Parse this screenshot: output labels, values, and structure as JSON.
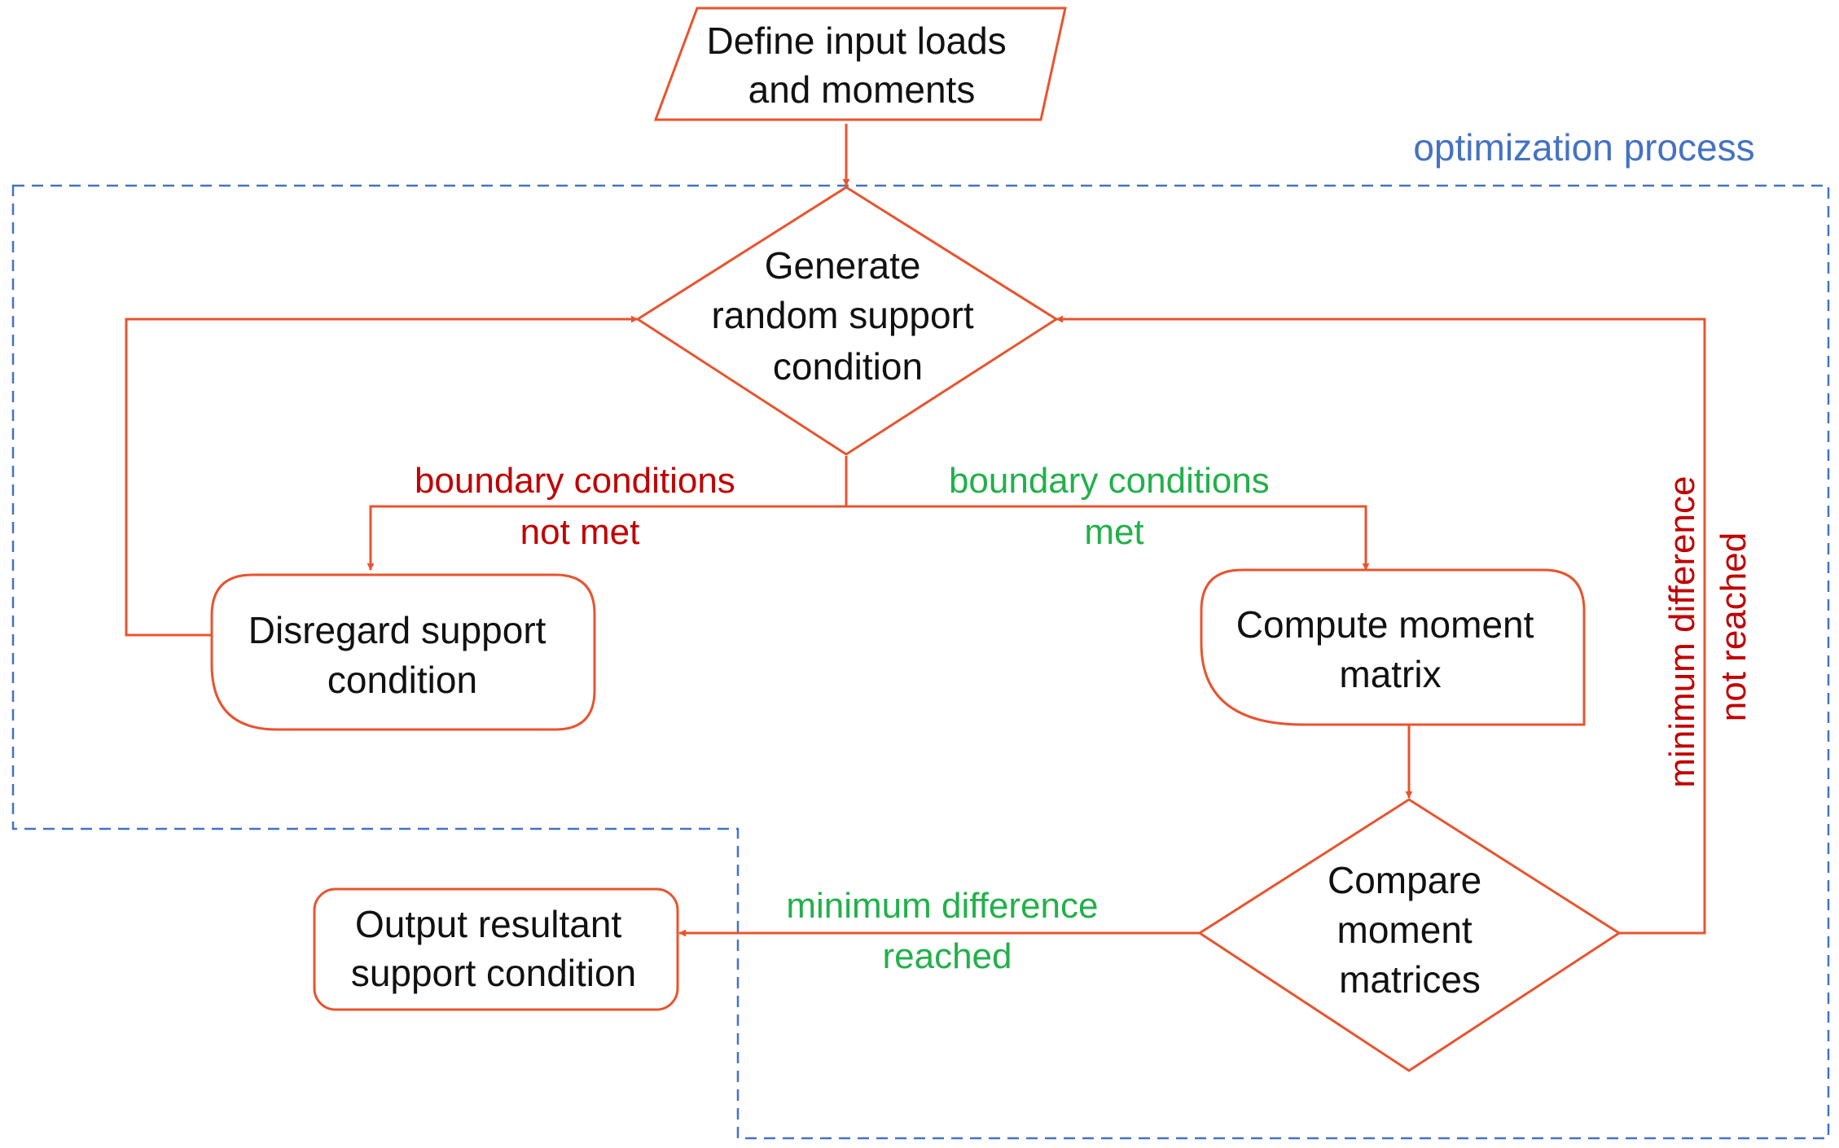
{
  "colors": {
    "node_stroke": "#e8542e",
    "region_stroke": "#4472c4",
    "label_red": "#c00000",
    "label_green": "#22b04b",
    "text": "#111111"
  },
  "region": {
    "label": "optimization process"
  },
  "nodes": {
    "input": {
      "line1": "Define input loads",
      "line2": "and moments"
    },
    "generate": {
      "line1": "Generate",
      "line2": "random support",
      "line3": "condition"
    },
    "disregard": {
      "line1": "Disregard support",
      "line2": "condition"
    },
    "compute": {
      "line1": "Compute moment",
      "line2": "matrix"
    },
    "compare": {
      "line1": "Compare",
      "line2": "moment",
      "line3": "matrices"
    },
    "output": {
      "line1": "Output resultant",
      "line2": "support condition"
    }
  },
  "edges": {
    "not_met": {
      "line1": "boundary conditions",
      "line2": "not met"
    },
    "met": {
      "line1": "boundary conditions",
      "line2": "met"
    },
    "reached": {
      "line1": "minimum difference",
      "line2": "reached"
    },
    "not_reached": {
      "line1": "minimum difference",
      "line2": "not reached"
    }
  }
}
